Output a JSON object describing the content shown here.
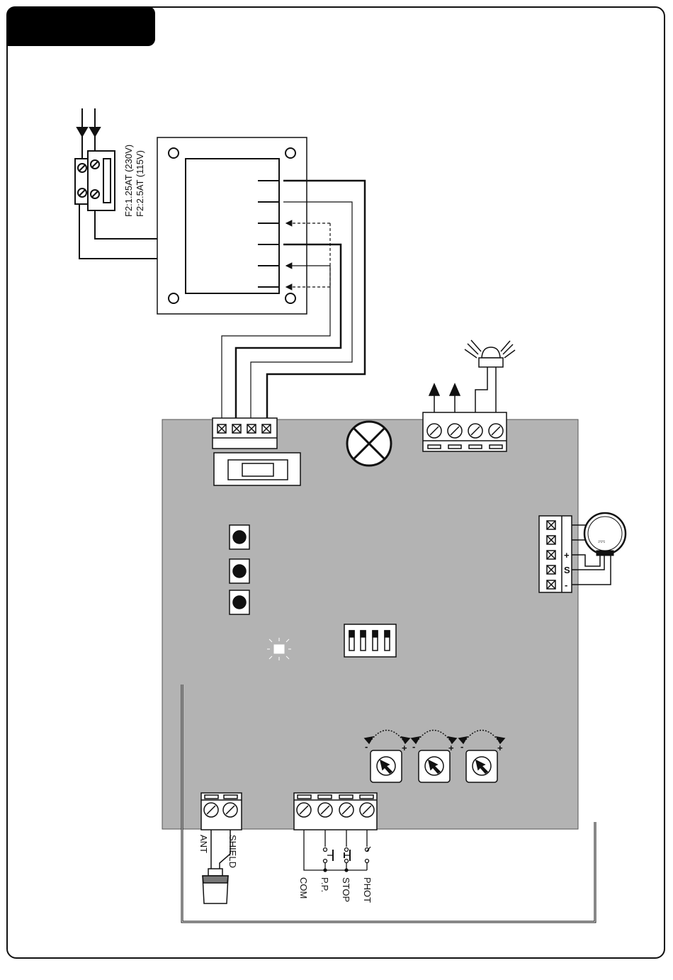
{
  "header": {
    "tab_text": ""
  },
  "fuse_label": {
    "line1": "F2:1.25AT (230V)",
    "line2": "F2:2.5AT (115V)"
  },
  "encoder_terminals": {
    "plus": "+",
    "s": "S",
    "minus": "-"
  },
  "encoder_symbol": "⎓",
  "antenna_terminals": {
    "ant": "ANT",
    "shield": "SHIELD"
  },
  "input_terminals": {
    "com": "COM",
    "pp": "P.P.",
    "stop": "STOP",
    "phot": "PHOT"
  },
  "trimmers": [
    {
      "minus": "-",
      "plus": "+"
    },
    {
      "minus": "-",
      "plus": "+"
    },
    {
      "minus": "-",
      "plus": "+"
    }
  ],
  "colors": {
    "board": "#b3b3b3",
    "line": "#111111",
    "background": "#ffffff"
  }
}
